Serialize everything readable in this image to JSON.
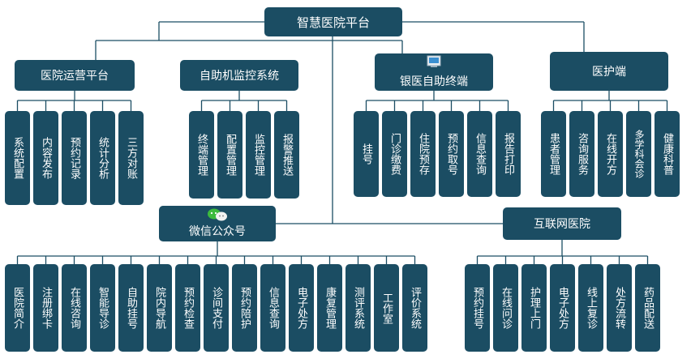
{
  "root": {
    "label": "智慧医院平台"
  },
  "categories": {
    "ops": {
      "label": "医院运营平台",
      "items": [
        "系统配置",
        "内容发布",
        "预约记录",
        "统计分析",
        "三方对账"
      ]
    },
    "kiosk_monitor": {
      "label": "自助机监控系统",
      "items": [
        "终端管理",
        "配置管理",
        "监控管理",
        "报警推送"
      ]
    },
    "bank_kiosk": {
      "label": "银医自助终端",
      "icon": "atm-icon",
      "items": [
        "挂号",
        "门诊缴费",
        "住院预存",
        "预约取号",
        "信息查询",
        "报告打印"
      ]
    },
    "medical": {
      "label": "医护端",
      "items": [
        "患者管理",
        "咨询服务",
        "在线开方",
        "多学科会诊",
        "健康科普"
      ]
    },
    "wechat": {
      "label": "微信公众号",
      "icon": "wechat-icon",
      "items": [
        "医院简介",
        "注册绑卡",
        "在线咨询",
        "智能导诊",
        "自助挂号",
        "院内导航",
        "预约检查",
        "诊间支付",
        "预约陪护",
        "信息查询",
        "电子处方",
        "康复管理",
        "测评系统",
        "工作室",
        "评价系统"
      ]
    },
    "internet_hospital": {
      "label": "互联网医院",
      "items": [
        "预约挂号",
        "在线问诊",
        "护理上门",
        "电子处方",
        "线上复诊",
        "处方流转",
        "药品配送"
      ]
    }
  },
  "colors": {
    "box": "#1b4d63",
    "line": "#1b4d63",
    "text": "#ffffff",
    "wechat_green": "#3dbb3d"
  }
}
